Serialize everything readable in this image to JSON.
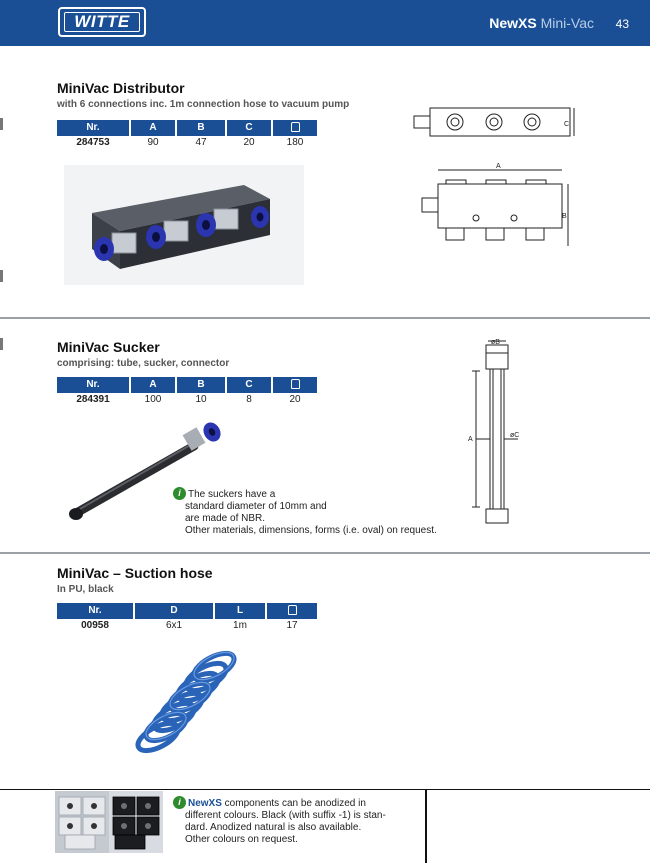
{
  "header": {
    "logo": "WITTE",
    "brand": "NewXS",
    "brand_sub": "Mini-Vac",
    "page": "43"
  },
  "distributor": {
    "title": "MiniVac Distributor",
    "subtitle": "with 6 connections inc. 1m connection hose to vacuum pump",
    "columns": [
      "Nr.",
      "A",
      "B",
      "C"
    ],
    "row": [
      "284753",
      "90",
      "47",
      "20",
      "180"
    ],
    "dim_a": "A",
    "dim_b": "B",
    "dim_c": "C"
  },
  "sucker": {
    "title": "MiniVac Sucker",
    "subtitle": "comprising: tube, sucker, connector",
    "columns": [
      "Nr.",
      "A",
      "B",
      "C"
    ],
    "row": [
      "284391",
      "100",
      "10",
      "8",
      "20"
    ],
    "note": [
      "The suckers have a",
      "standard diameter of 10mm and",
      "are made of NBR.",
      "Other materials, dimensions, forms (i.e. oval) on request."
    ],
    "dim_a": "A",
    "dim_b": "øB",
    "dim_c": "øC"
  },
  "hose": {
    "title": "MiniVac – Suction hose",
    "subtitle": "In PU, black",
    "columns": [
      "Nr.",
      "D",
      "L"
    ],
    "row": [
      "00958",
      "6x1",
      "1m",
      "17"
    ]
  },
  "footer_note": {
    "lead": "NewXS",
    "line1": " components can be anodized in",
    "lines": [
      "different colours. Black (with suffix -1) is stan-",
      "dard. Anodized natural is also available.",
      "Other colours on request."
    ]
  },
  "colors": {
    "header": "#1a4f96",
    "note_icon": "#2e8b2e",
    "hose": "#2a64b8",
    "fitting": "#2b35b0"
  },
  "icons": {
    "weight_column": "weight-icon",
    "note": "info-icon"
  }
}
